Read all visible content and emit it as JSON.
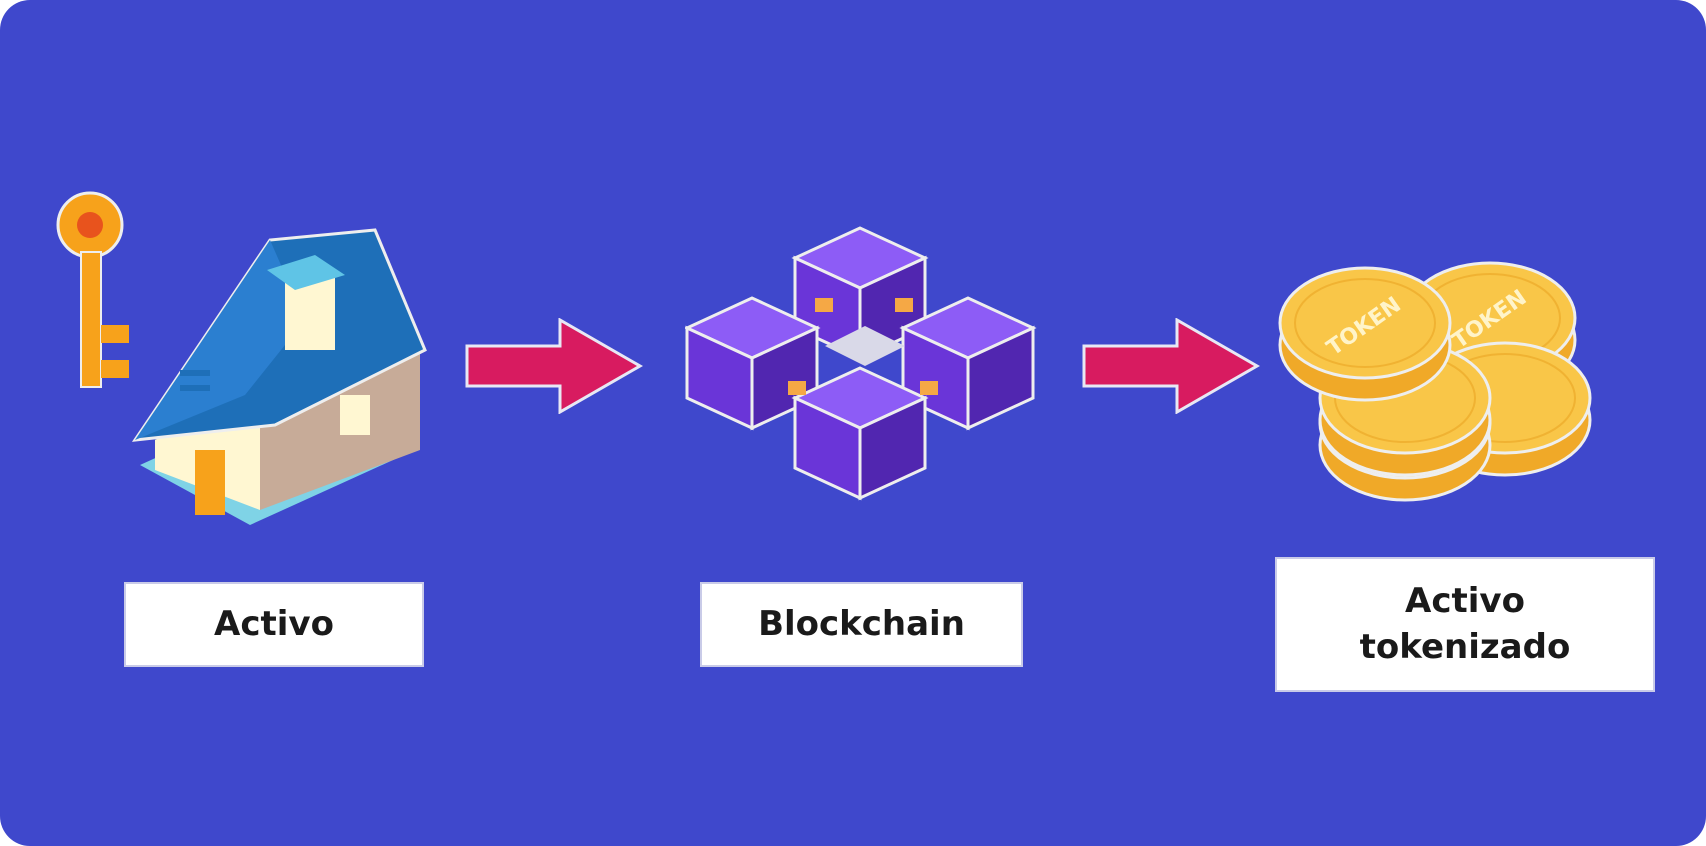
{
  "background_color": "#3F48CC",
  "arrow_color": "#D81B60",
  "steps": [
    {
      "label": "Activo",
      "icon": "house-with-key-icon"
    },
    {
      "label": "Blockchain",
      "icon": "blockchain-cubes-icon"
    },
    {
      "label_line1": "Activo",
      "label_line2": "tokenizado",
      "icon": "token-coins-icon",
      "coin_text": "TOKEN"
    }
  ]
}
